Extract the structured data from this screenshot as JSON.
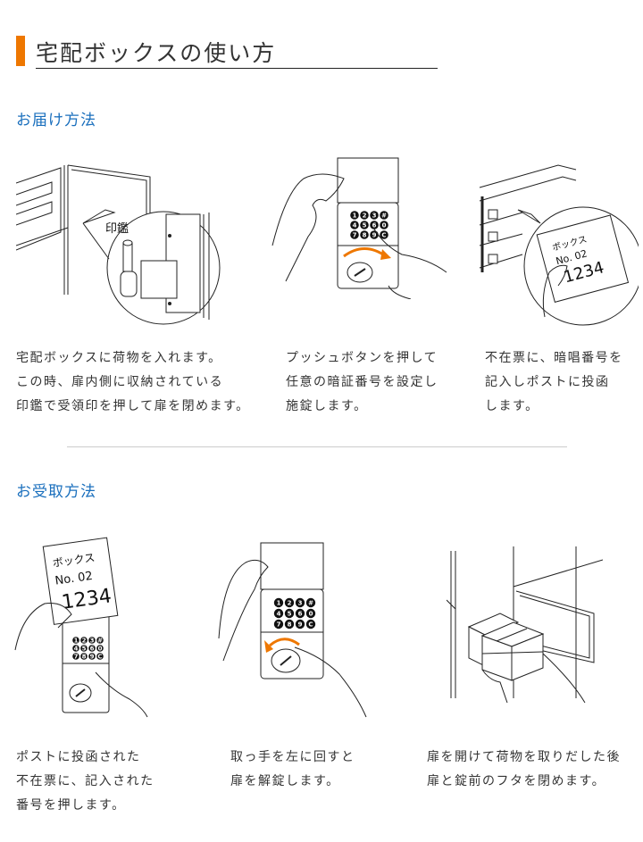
{
  "page": {
    "title": "宅配ボックスの使い方",
    "accent_color": "#ee7700",
    "heading_color": "#1a6fbd"
  },
  "delivery": {
    "heading": "お届け方法",
    "steps": [
      {
        "illustration": "open-box-with-seal-zoom",
        "callout_label": "印鑑",
        "lines": [
          "宅配ボックスに荷物を入れます。",
          "この時、扉内側に収納されている",
          "印鑑で受領印を押して扉を閉めます。"
        ]
      },
      {
        "illustration": "keypad-set-code",
        "lines": [
          "プッシュボタンを押して",
          "任意の暗証番号を設定し",
          "施錠します。"
        ]
      },
      {
        "illustration": "mailbox-note-zoom",
        "note": {
          "box": "ボックス",
          "number": "No. 02",
          "code": "1234"
        },
        "lines": [
          "不在票に、暗唱番号を",
          "記入しポストに投函",
          "します。"
        ]
      }
    ]
  },
  "receipt": {
    "heading": "お受取方法",
    "steps": [
      {
        "illustration": "note-and-keypad",
        "note": {
          "box": "ボックス",
          "number": "No. 02",
          "code": "1234"
        },
        "lines": [
          "ポストに投函された",
          "不在票に、記入された",
          "番号を押します。"
        ]
      },
      {
        "illustration": "keypad-unlock-turn-left",
        "lines": [
          "取っ手を左に回すと",
          "扉を解錠します。"
        ]
      },
      {
        "illustration": "take-out-package",
        "lines": [
          "扉を開けて荷物を取りだした後",
          "扉と錠前のフタを閉めます。"
        ]
      }
    ]
  },
  "keypad": {
    "keys": [
      "1",
      "2",
      "3",
      "#",
      "4",
      "5",
      "6",
      "0",
      "7",
      "8",
      "9",
      "C"
    ]
  }
}
